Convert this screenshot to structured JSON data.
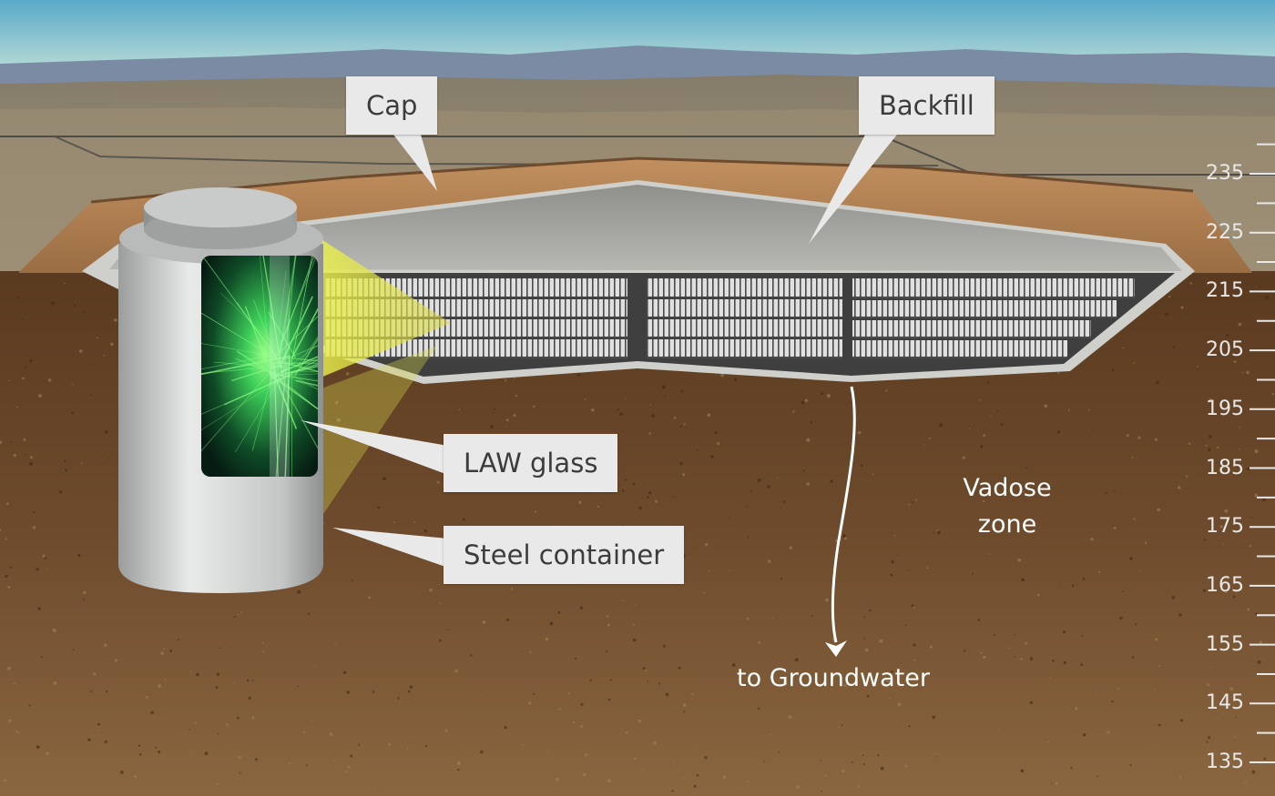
{
  "callouts": {
    "cap": "Cap",
    "backfill": "Backfill",
    "law_glass": "LAW glass",
    "steel_container": "Steel container"
  },
  "zone_label": {
    "line1": "Vadose",
    "line2": "zone"
  },
  "flow_label": "to Groundwater",
  "elevation_scale": {
    "ticks": [
      "235",
      "225",
      "215",
      "205",
      "195",
      "185",
      "175",
      "165",
      "155",
      "145",
      "135"
    ]
  },
  "colors": {
    "sky_top": "#5aa9c9",
    "sky_bottom": "#e6ecd4",
    "soil": "#6b4a2c",
    "cap": "#b78453",
    "backfill": "#a9aaa6",
    "glass_glow": "#4cff66",
    "container": "#d7d9d8",
    "callout_bg": "#e9e9e9",
    "callout_text": "#3c3c3c"
  }
}
